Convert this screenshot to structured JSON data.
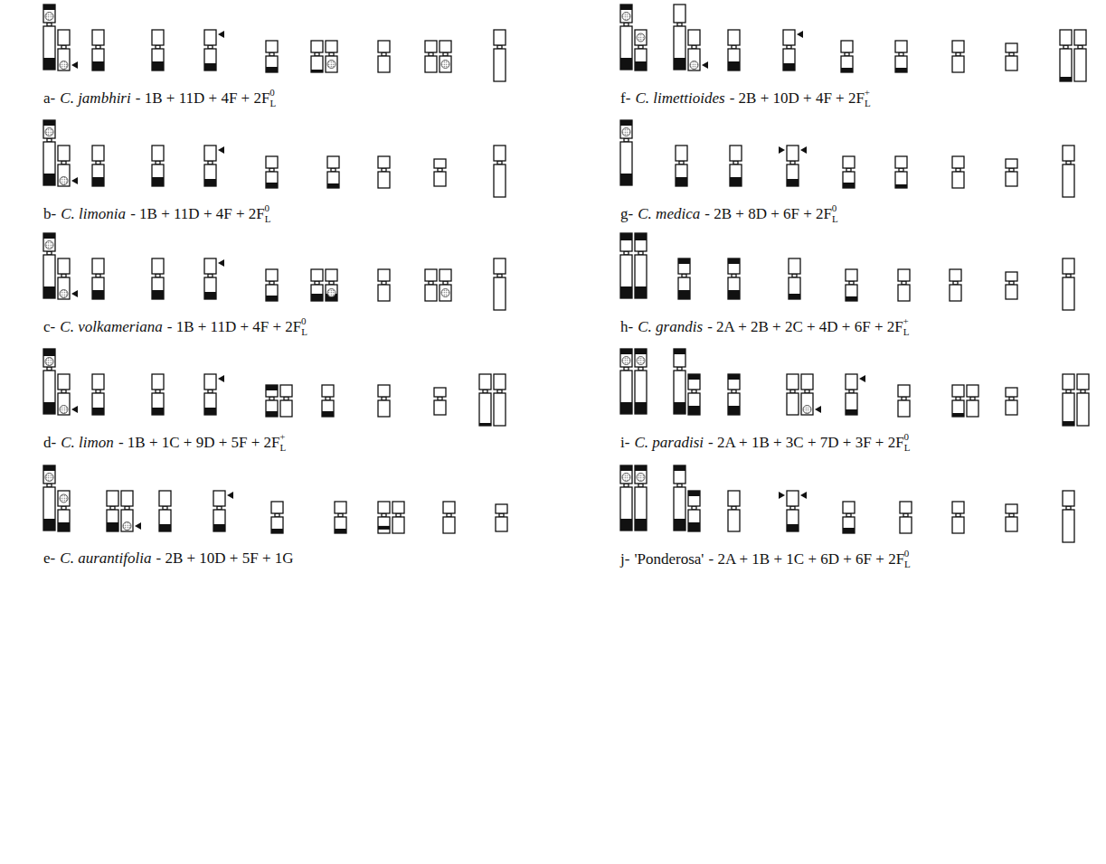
{
  "diagram": {
    "labels": [
      "a-",
      "C. jambhiri",
      "- 1B + 11D + 4F + 2F",
      "L",
      "0",
      "b-",
      "C. limonia",
      "- 1B + 11D + 4F + 2F",
      "L",
      "0",
      "c-",
      "C. volkameriana",
      "- 1B + 11D + 4F + 2F",
      "L",
      "0",
      "d-",
      "C. limon",
      "- 1B + 1C + 9D + 5F + 2F",
      "L",
      "+",
      "e-",
      "C. aurantifolia",
      "- 2B + 10D + 5F + 1G",
      "f-",
      "C. limettioides",
      "- 2B + 10D + 4F + 2F",
      "L",
      "+",
      "g-",
      "C. medica",
      "- 2B + 8D + 6F + 2F",
      "L",
      "0",
      "h-",
      "C. grandis",
      "- 2A + 2B + 2C + 4D + 6F + 2F",
      "L",
      "+",
      "i-",
      "C. paradisi",
      "- 2A + 1B + 3C + 7D + 3F + 2F",
      "L",
      "0",
      "j-",
      "'Ponderosa'",
      "- 2A + 1B + 1C + 6D + 6F + 2F",
      "L",
      "0"
    ]
  }
}
